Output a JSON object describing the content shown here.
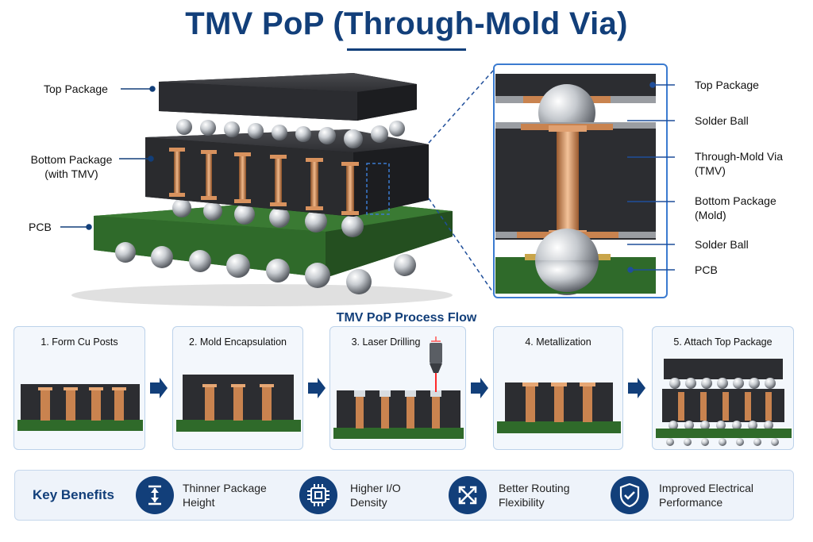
{
  "title": "TMV PoP (Through-Mold Via)",
  "left_labels": {
    "top_package": "Top Package",
    "bottom_package_line1": "Bottom Package",
    "bottom_package_line2": "(with TMV)",
    "pcb": "PCB"
  },
  "detail_labels": {
    "top_package": "Top Package",
    "solder_ball_top": "Solder Ball",
    "tmv_line1": "Through-Mold Via",
    "tmv_line2": "(TMV)",
    "bottom_line1": "Bottom Package",
    "bottom_line2": "(Mold)",
    "solder_ball_bottom": "Solder Ball",
    "pcb": "PCB"
  },
  "process_flow": {
    "title": "TMV PoP Process Flow",
    "steps": [
      {
        "label": "1. Form Cu Posts"
      },
      {
        "label": "2. Mold Encapsulation"
      },
      {
        "label": "3. Laser Drilling"
      },
      {
        "label": "4. Metallization"
      },
      {
        "label": "5. Attach Top Package"
      }
    ]
  },
  "benefits": {
    "title": "Key Benefits",
    "items": [
      {
        "line1": "Thinner Package",
        "line2": "Height",
        "icon": "height-arrows-icon"
      },
      {
        "line1": "Higher I/O",
        "line2": "Density",
        "icon": "chip-icon"
      },
      {
        "line1": "Better Routing",
        "line2": "Flexibility",
        "icon": "expand-arrows-icon"
      },
      {
        "line1": "Improved Electrical",
        "line2": "Performance",
        "icon": "shield-check-icon"
      }
    ]
  },
  "colors": {
    "brand": "#123f7a",
    "mold": "#2a2b2e",
    "copper": "#c8804f",
    "pcb": "#2f6a2a",
    "solder": "#c9cdd2"
  }
}
